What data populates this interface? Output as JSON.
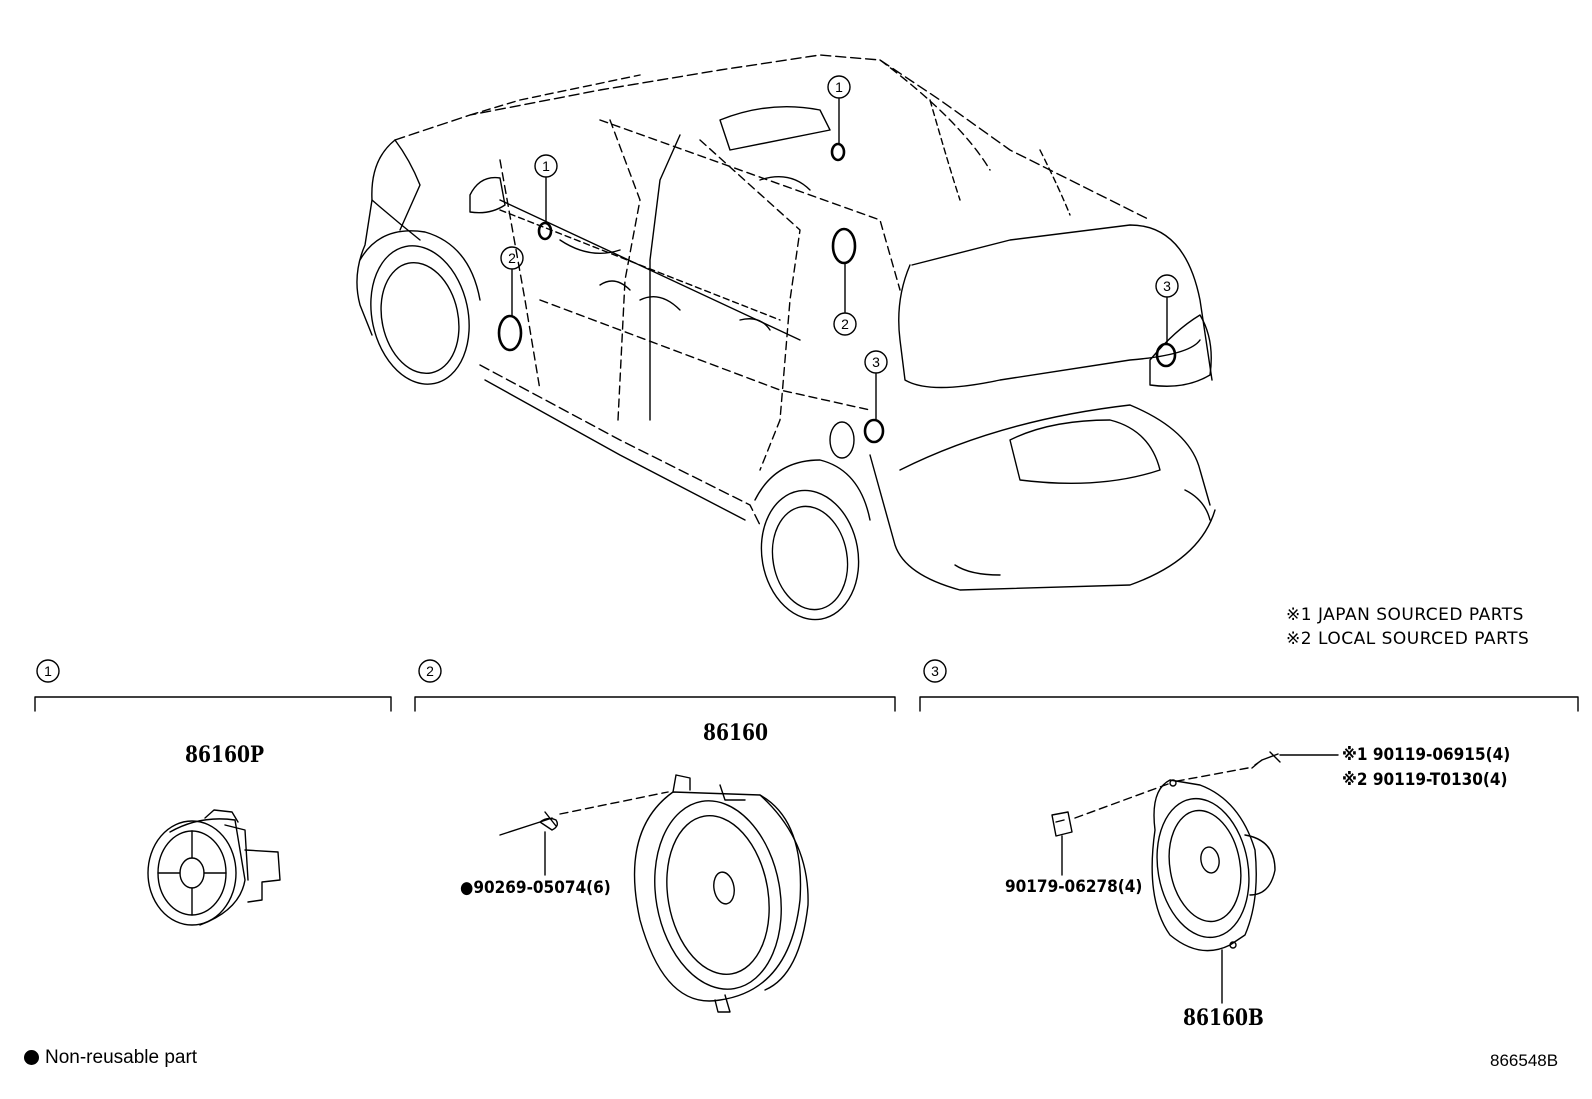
{
  "notes": {
    "note1": "※1 JAPAN SOURCED PARTS",
    "note2": "※2 LOCAL SOURCED PARTS"
  },
  "callouts": [
    "1",
    "2",
    "3"
  ],
  "groups": {
    "g1": {
      "label": "1",
      "part": "86160P"
    },
    "g2": {
      "label": "2",
      "part": "86160",
      "rivet_mark": "●",
      "rivet": "90269-05074(6)"
    },
    "g3": {
      "label": "3",
      "part": "86160B",
      "screw_j": "※1 90119-06915(4)",
      "screw_l": "※2 90119-T0130(4)",
      "nut": "90179-06278(4)"
    }
  },
  "legend": {
    "non_reusable": "Non-reusable part"
  },
  "ref_number": "866548B"
}
